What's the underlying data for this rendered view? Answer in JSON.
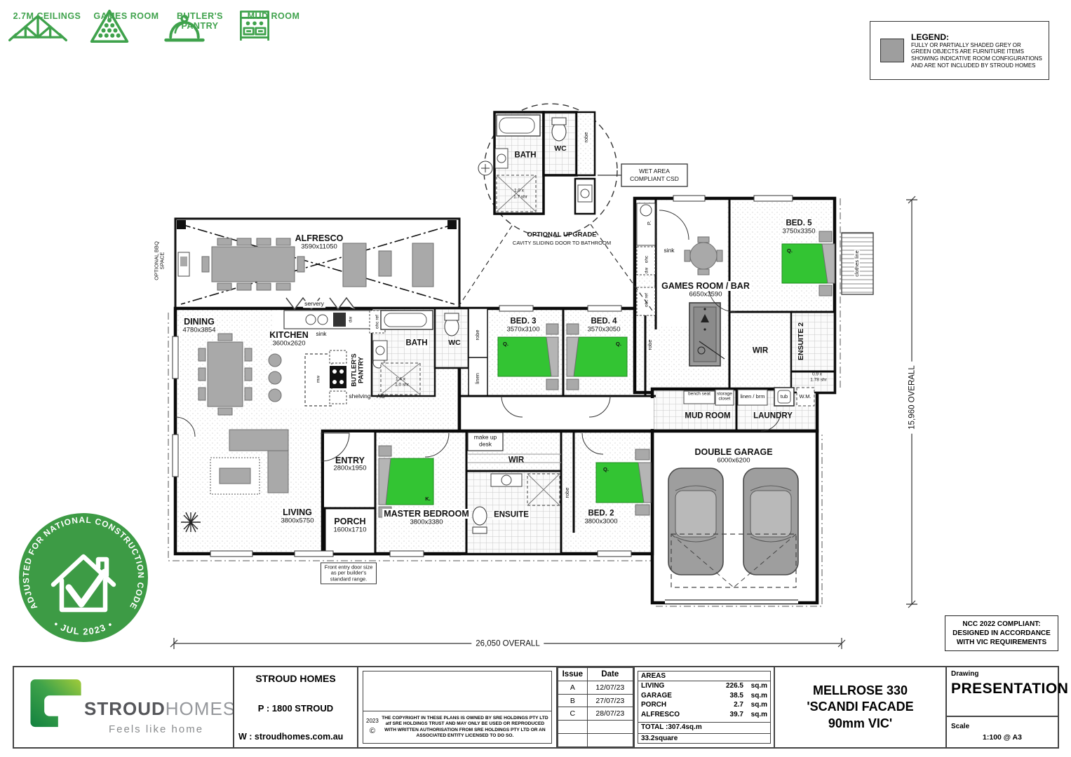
{
  "header_icons": [
    {
      "label": "2.7M CEILINGS"
    },
    {
      "label": "GAMES ROOM"
    },
    {
      "label": "BUTLER'S PANTRY"
    },
    {
      "label": "MUD ROOM"
    }
  ],
  "legend": {
    "title": "LEGEND:",
    "line1": "FULLY OR PARTIALLY SHADED GREY OR",
    "line2": "GREEN OBJECTS ARE FURNITURE ITEMS",
    "line3": "SHOWING INDICATIVE ROOM CONFIGURATIONS",
    "line4": "AND ARE NOT INCLUDED BY STROUD HOMES"
  },
  "detail": {
    "bath": "BATH",
    "wc": "WC",
    "robe": "robe",
    "shr1": "1.0 x",
    "shr2": "1.7 shr",
    "callout1": "WET AREA",
    "callout2": "COMPLIANT CSD",
    "upgrade": "OPTIONAL UPGRADE",
    "upgrade_sub": "CAVITY SLIDING DOOR TO BATHROOM"
  },
  "plan": {
    "alfresco": {
      "name": "ALFRESCO",
      "dims": "3590x11050"
    },
    "dining": {
      "name": "DINING",
      "dims": "4780x3854"
    },
    "kitchen": {
      "name": "KITCHEN",
      "dims": "3600x2620"
    },
    "butlers": {
      "name": "BUTLER'S PANTRY"
    },
    "bath": {
      "name": "BATH",
      "shr1": "1.4 x",
      "shr2": "1.0 shr"
    },
    "wc": {
      "name": "WC"
    },
    "bed3": {
      "name": "BED. 3",
      "dims": "3570x3100"
    },
    "bed4": {
      "name": "BED. 4",
      "dims": "3570x3050"
    },
    "games": {
      "name": "GAMES ROOM / BAR",
      "dims": "6650x3590"
    },
    "bed5": {
      "name": "BED. 5",
      "dims": "3750x3350"
    },
    "wir_rear": {
      "name": "WIR"
    },
    "ensuite2": {
      "name": "ENSUITE 2",
      "shr1": "0.9 x",
      "shr2": "1.78 shr"
    },
    "mudroom": {
      "name": "MUD ROOM"
    },
    "laundry": {
      "name": "LAUNDRY"
    },
    "entry": {
      "name": "ENTRY",
      "dims": "2800x1950"
    },
    "porch": {
      "name": "PORCH",
      "dims": "1600x1710"
    },
    "master": {
      "name": "MASTER BEDROOM",
      "dims": "3800x3380"
    },
    "wir_master": {
      "name": "WIR"
    },
    "ensuite": {
      "name": "ENSUITE"
    },
    "bed2": {
      "name": "BED. 2",
      "dims": "3800x3000"
    },
    "garage": {
      "name": "DOUBLE GARAGE",
      "dims": "6000x6200"
    },
    "living": {
      "name": "LIVING",
      "dims": "3800x5750"
    },
    "fix": {
      "servery": "servery",
      "sink": "sink",
      "dw": "dw",
      "ohc": "ohc",
      "ref": "ref",
      "ohc_ref": "ohc ref",
      "shelving": "shelving",
      "ac": "AC",
      "mw": "mw",
      "robe": "robe",
      "linen": "linen",
      "linen_brm": "linen / brm",
      "tub": "tub",
      "wm": "W.M.",
      "bench_seat": "bench seat",
      "storage_closet": "storage closet",
      "makeup_desk": "make up desk",
      "clothes_line": "clothes line",
      "p": "P.",
      "q": "Q.",
      "k": "K."
    },
    "bbq": "OPTIONAL BBQ SPACE",
    "door_note": "Front entry door size as per builder's standard range.",
    "dim_w": "26,050 OVERALL",
    "dim_h": "15,960 OVERALL"
  },
  "stamp": {
    "arc_text": "ADJUSTED FOR NATIONAL CONSTRUCTION CODE",
    "date_text": "• JUL 2023 •"
  },
  "ncc": {
    "line1": "NCC 2022 COMPLIANT:",
    "line2": "DESIGNED IN ACCORDANCE",
    "line3": "WITH VIC REQUIREMENTS"
  },
  "titleblock": {
    "logo": {
      "word1": "STROUD",
      "word2": "HOMES",
      "tagline": "Feels like home"
    },
    "contact": {
      "company": "STROUD HOMES",
      "phone": "P : 1800 STROUD",
      "web": "W : stroudhomes.com.au"
    },
    "copyright": {
      "year": "2023",
      "symbol": "©",
      "text": "THE COPYRIGHT IN THESE PLANS IS OWNED BY SRE HOLDINGS PTY LTD atf SRE HOLDINGS TRUST AND MAY ONLY BE USED OR REPRODUCED WITH WRITTEN AUTHORISATION FROM SRE HOLDINGS PTY LTD OR AN ASSOCIATED ENTITY LICENSED TO DO SO."
    },
    "issues": {
      "h1": "Issue",
      "h2": "Date",
      "rows": [
        {
          "issue": "A",
          "date": "12/07/23"
        },
        {
          "issue": "B",
          "date": "27/07/23"
        },
        {
          "issue": "C",
          "date": "28/07/23"
        },
        {
          "issue": "",
          "date": ""
        },
        {
          "issue": "",
          "date": ""
        }
      ]
    },
    "areas": {
      "title": "AREAS",
      "rows": [
        {
          "name": "LIVING",
          "value": "226.5",
          "unit": "sq.m"
        },
        {
          "name": "GARAGE",
          "value": "38.5",
          "unit": "sq.m"
        },
        {
          "name": "PORCH",
          "value": "2.7",
          "unit": "sq.m"
        },
        {
          "name": "ALFRESCO",
          "value": "39.7",
          "unit": "sq.m"
        }
      ],
      "total_label": "TOTAL :",
      "total_value": "307.4",
      "total_unit": "sq.m",
      "squares_value": "33.2",
      "squares_unit": "square"
    },
    "title_lines": [
      "MELLROSE 330",
      "'SCANDI FACADE",
      "90mm VIC'"
    ],
    "drawing_label": "Drawing",
    "drawing_value": "PRESENTATION",
    "scale_label": "Scale",
    "scale_value": "1:100 @ A3"
  }
}
